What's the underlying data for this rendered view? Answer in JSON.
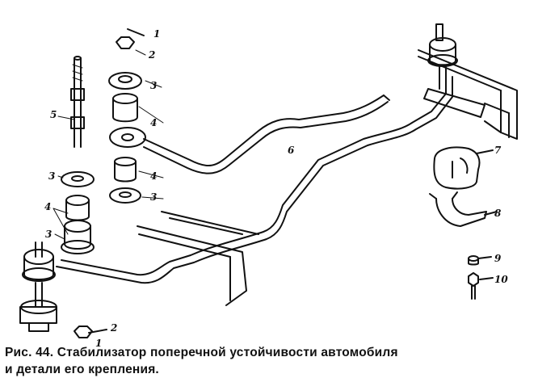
{
  "caption": {
    "line1": "Рис. 44. Стабилизатор поперечной устойчивости автомобиля",
    "line2": "и детали его крепления."
  },
  "callouts": {
    "c1_top": "1",
    "c2_top": "2",
    "c3_top": "3",
    "c4_top": "4",
    "c5": "5",
    "c6": "6",
    "c4_mid": "4",
    "c3_mid": "3",
    "c3_left": "3",
    "c4_left": "4",
    "c3_lower": "3",
    "c2_bottom": "2",
    "c1_bottom": "1",
    "c7": "7",
    "c8": "8",
    "c9": "9",
    "c10": "10"
  }
}
